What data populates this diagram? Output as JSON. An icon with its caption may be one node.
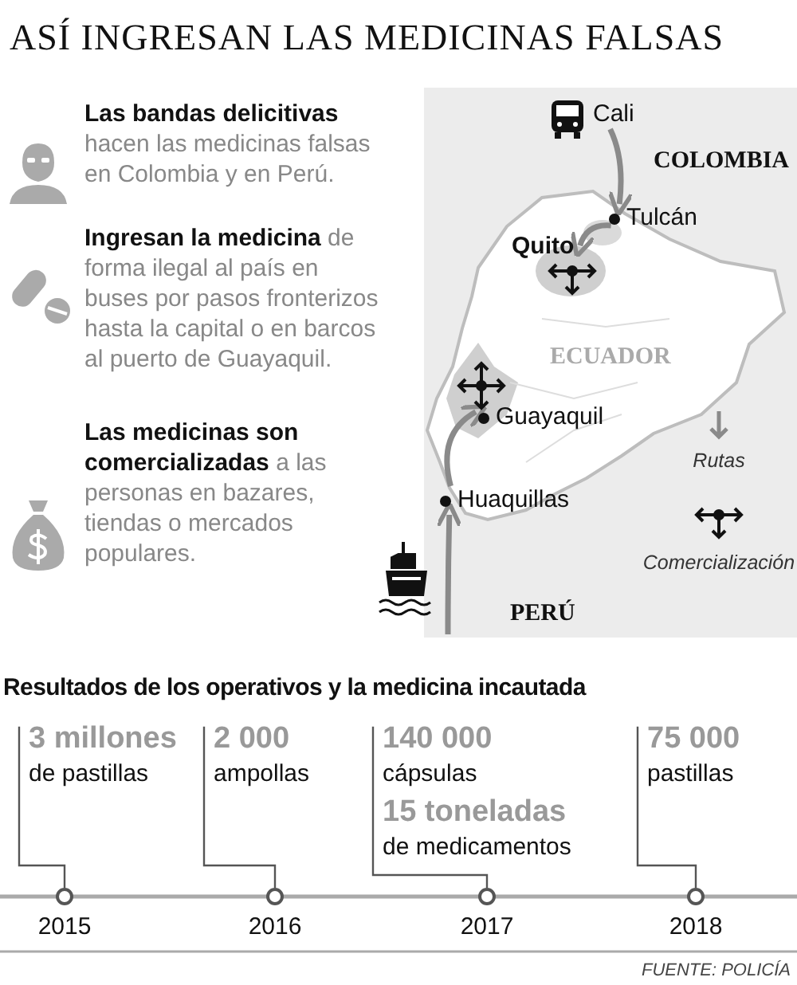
{
  "diagram": {
    "title": "ASÍ INGRESAN LAS MEDICINAS FALSAS",
    "nodes": [
      {
        "text": [
          "Cali"
        ]
      },
      {
        "text": [
          "Tulcán"
        ]
      },
      {
        "text": [
          "Quito"
        ]
      },
      {
        "text": [
          "Guayaquil"
        ]
      },
      {
        "text": [
          "Huaquillas"
        ]
      },
      {
        "text": [
          "3 millones",
          "de pastillas"
        ]
      },
      {
        "text": [
          "2 000",
          "ampollas"
        ]
      },
      {
        "text": [
          "140 000",
          "cápsulas",
          "15 toneladas",
          "de medicamentos"
        ]
      },
      {
        "text": [
          "75 000",
          "pastillas"
        ]
      },
      {
        "text": [],
        "shape": "circle",
        "beside": [
          "2015"
        ]
      },
      {
        "text": [],
        "shape": "circle",
        "beside": [
          "2016"
        ]
      },
      {
        "text": [],
        "shape": "circle",
        "beside": [
          "2017"
        ]
      },
      {
        "text": [],
        "shape": "circle",
        "beside": [
          "2018"
        ]
      }
    ],
    "edges": [
      {
        "from": 0,
        "to": 1,
        "arrow": "to",
        "style": "thick",
        "color": "#8a8a8a"
      },
      {
        "from": 1,
        "to": 2,
        "arrow": "to",
        "style": "thick",
        "color": "#8a8a8a"
      },
      {
        "from": 4,
        "to": 3,
        "arrow": "to",
        "style": "thick",
        "color": "#8a8a8a"
      },
      {
        "from": null,
        "to": 4,
        "arrow": "to",
        "style": "thick",
        "color": "#8a8a8a"
      },
      {
        "from": 5,
        "to": 9,
        "arrow": "none"
      },
      {
        "from": 6,
        "to": 10,
        "arrow": "none"
      },
      {
        "from": 7,
        "to": 11,
        "arrow": "none"
      },
      {
        "from": 8,
        "to": 12,
        "arrow": "none"
      }
    ],
    "labels": [
      "**Las bandas delicitivas** hacen las medicinas falsas en Colombia y en Perú.",
      "**Ingresan la medicina** de forma ilegal al país en buses por pasos fronterizos hasta la capital o en barcos al puerto de Guayaquil.",
      "**Las medicinas son comercializadas** a las personas en bazares, tiendas o mercados populares.",
      "COLOMBIA",
      "ECUADOR",
      "PERÚ",
      "Resultados de los operativos y la medicina incautada",
      "FUENTE: POLICÍA"
    ],
    "legend": [
      {
        "text": "Rutas"
      },
      {
        "text": "Comercialización"
      }
    ]
  }
}
